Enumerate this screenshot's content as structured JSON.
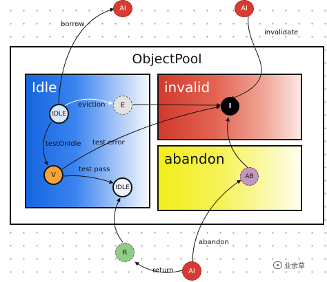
{
  "pool": {
    "title": "ObjectPool"
  },
  "states": {
    "idle": "Idle",
    "invalid": "invalid",
    "abandon": "abandon"
  },
  "nodes": {
    "ai_borrow": "AI",
    "ai_invalidate": "AI",
    "ai_abandon": "AI",
    "idle_top": "IDLE",
    "idle_bottom": "IDLE",
    "eviction": "E",
    "validate": "V",
    "invalid": "I",
    "abandoned": "AB",
    "returning": "R"
  },
  "edges": {
    "borrow": "borrow",
    "invalidate": "invalidate",
    "eviction": "eviction",
    "test_on_idle": "testOnIdle",
    "test_error": "test error",
    "test_pass": "test pass",
    "abandon": "abandon",
    "return": "return"
  },
  "watermark": "业余草",
  "colors": {
    "idle_blue": "#1565e0",
    "invalid_red": "#d13a2e",
    "abandon_yellow": "#f2ee1a",
    "ai_node": "#d93a32",
    "v_node": "#f3a338",
    "ab_node": "#c597bf",
    "r_node": "#93c98a",
    "e_node": "#e2e2e2",
    "i_node": "#000000"
  }
}
